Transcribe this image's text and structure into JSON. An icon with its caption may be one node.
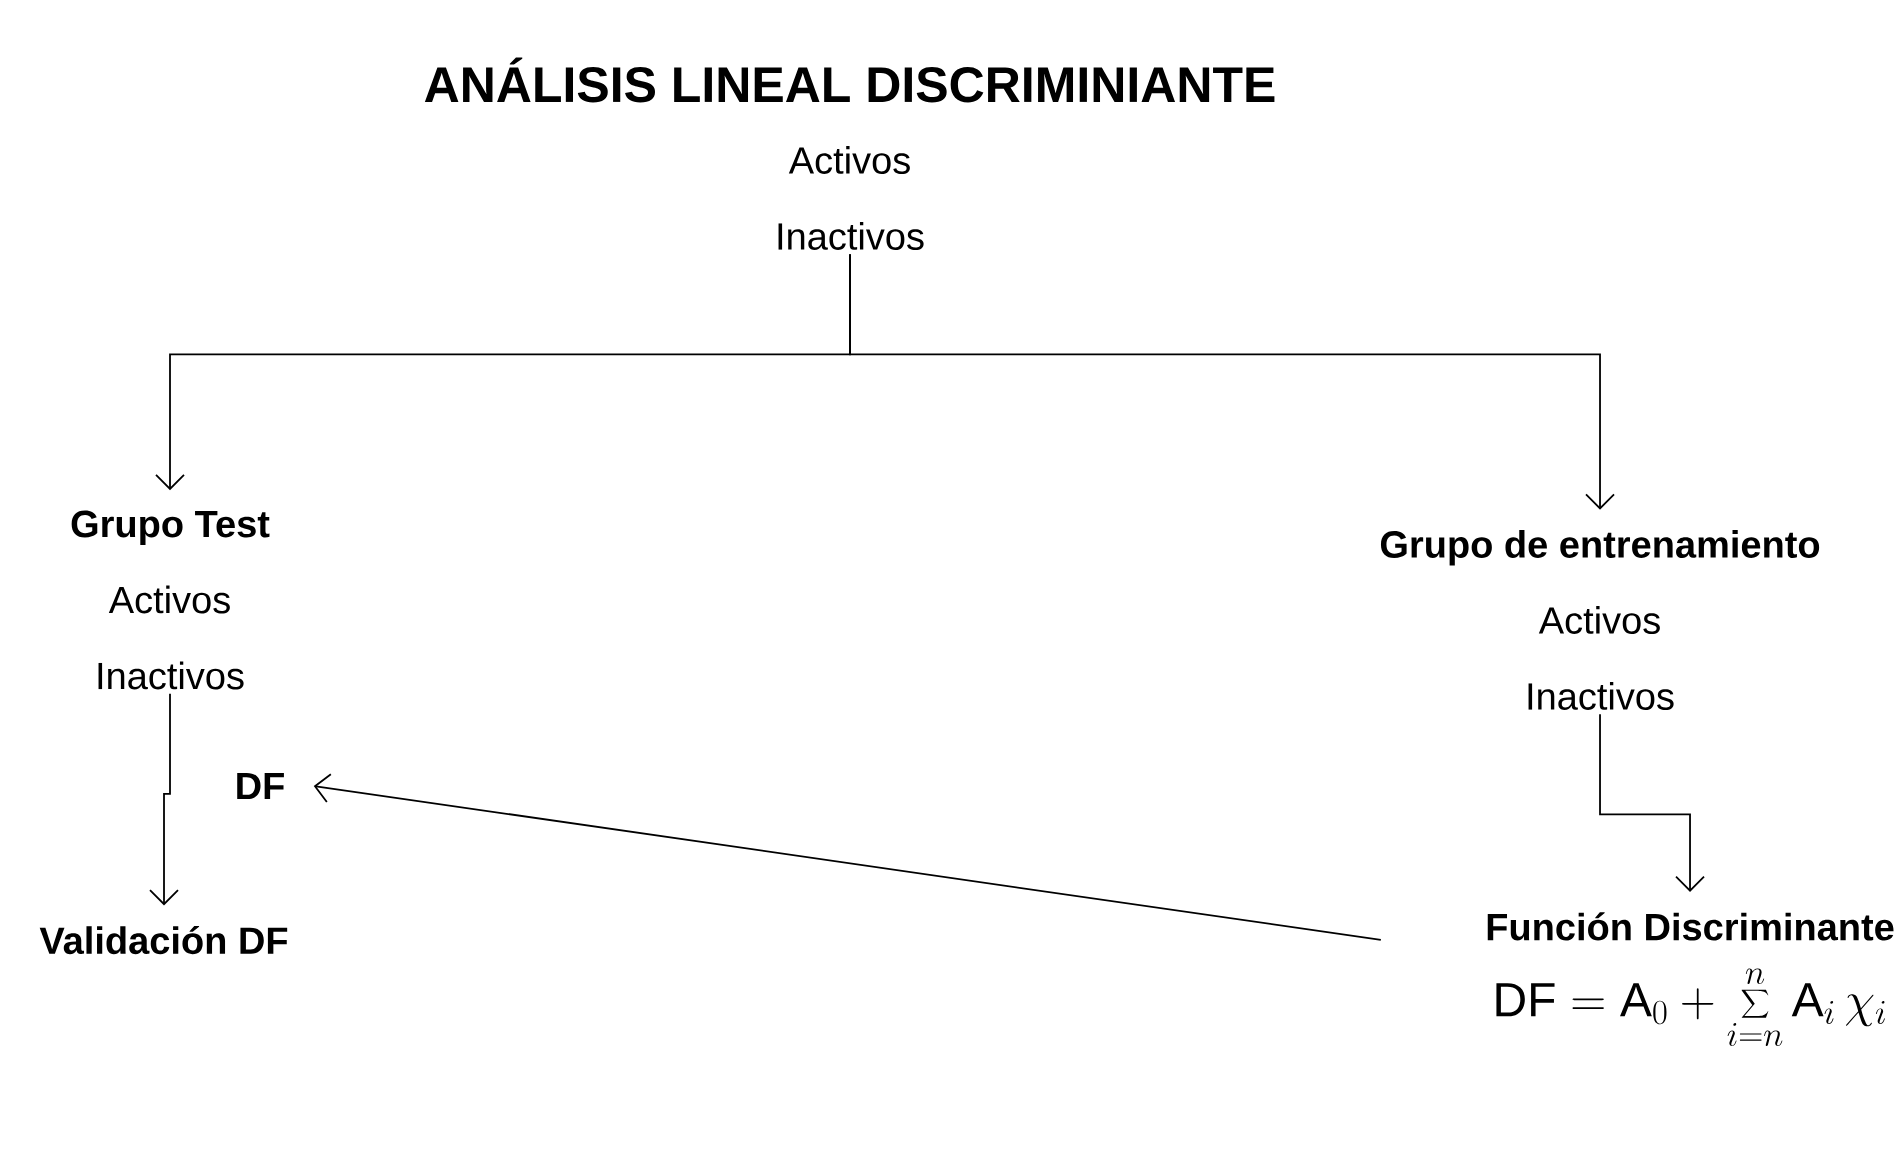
{
  "diagram": {
    "title": "ANÁLISIS LINEAL DISCRIMINIANTE",
    "nodes": [
      {
        "text": [
          "Activos",
          "Inactivos"
        ]
      },
      {
        "text": [
          "Grupo Test",
          "Activos",
          "Inactivos"
        ]
      },
      {
        "text": [
          "Grupo de entrenamiento",
          "Activos",
          "Inactivos"
        ]
      },
      {
        "text": [
          "DF"
        ]
      },
      {
        "text": [
          "Validación DF"
        ]
      },
      {
        "text": [
          "Función Discriminante",
          "\\mathrm{DF}=\\mathrm{A}_0+\\sum_{i=n}^{n}\\mathrm{A}_i\\,\\chi_i"
        ]
      }
    ],
    "edges": [
      {
        "from": 0,
        "to": 1,
        "arrow": "to"
      },
      {
        "from": 0,
        "to": 2,
        "arrow": "to"
      },
      {
        "from": 1,
        "to": 4,
        "arrow": "to"
      },
      {
        "from": 2,
        "to": 5,
        "arrow": "to"
      },
      {
        "from": 5,
        "to": 3,
        "arrow": "to"
      }
    ]
  }
}
